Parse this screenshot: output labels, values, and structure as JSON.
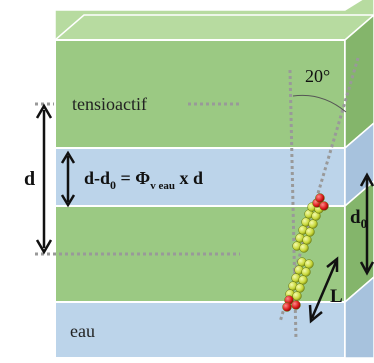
{
  "labels": {
    "surfactant": "tensioactif",
    "water": "eau",
    "d": "d",
    "d0": "d",
    "d0_sub": "0",
    "angle": "20°",
    "length": "L",
    "equation": {
      "lhs": "d-d",
      "lhs_sub": "0",
      "eq": " = Φ",
      "phi_sub": "v eau",
      "rhs": " x d"
    }
  },
  "colors": {
    "green_front": "#9bc983",
    "green_top": "#b7dba0",
    "green_side": "#84b56b",
    "blue_front": "#bcd4ea",
    "blue_side": "#a7c2dd",
    "edge": "#ffffff",
    "arrow": "#111111",
    "dotted": "#999999",
    "molecule_tail": "#d8e84a",
    "molecule_head": "#d81818"
  }
}
